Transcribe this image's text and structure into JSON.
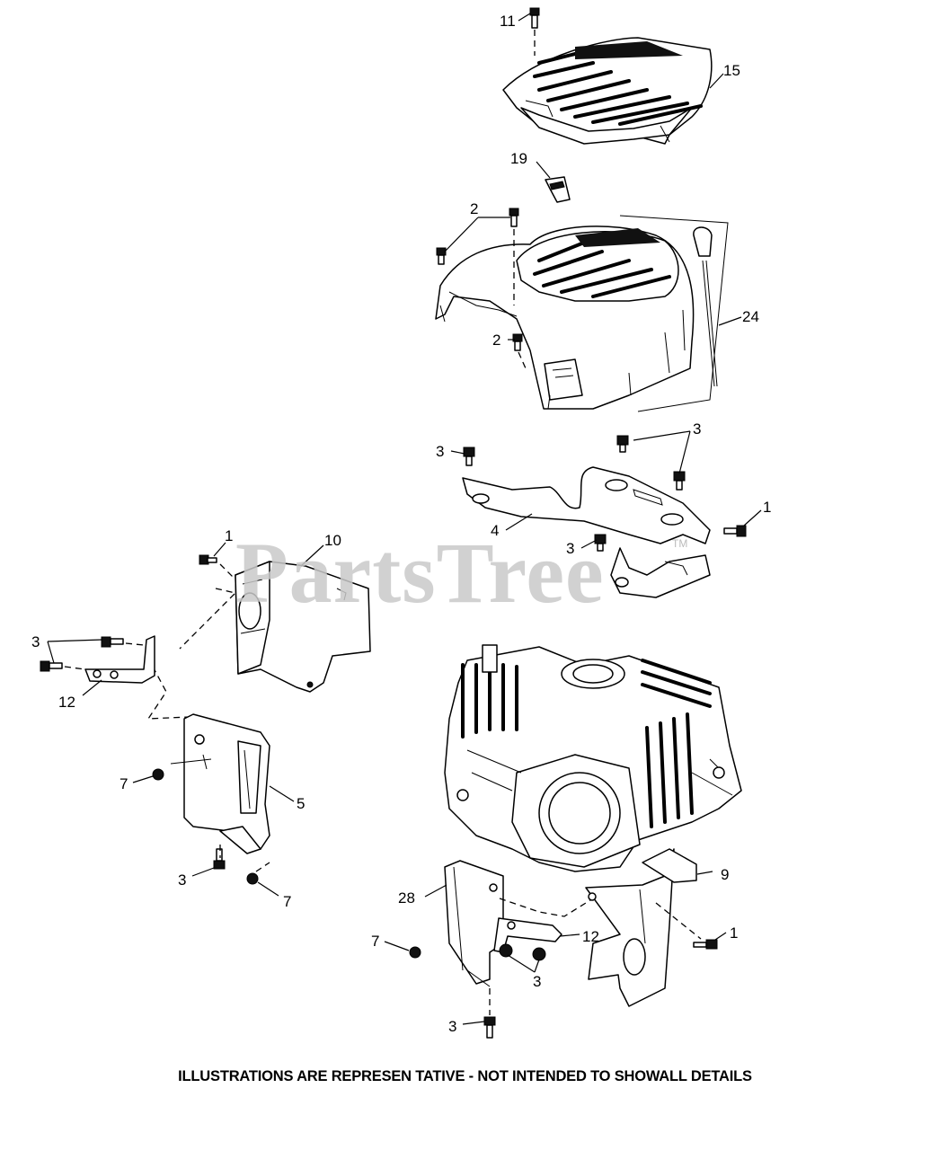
{
  "watermark": {
    "text": "PartsTree",
    "trademark": "TM"
  },
  "footer": {
    "note": "ILLUSTRATIONS ARE REPRESEN TATIVE - NOT INTENDED   TO SHOWALL DETAILS"
  },
  "callouts": {
    "c11": "11",
    "c15": "15",
    "c19": "19",
    "c2a": "2",
    "c2b": "2",
    "c24": "24",
    "c3a": "3",
    "c3b": "3",
    "c1a": "1",
    "c4": "4",
    "c3c": "3",
    "c1b": "1",
    "c10": "10",
    "c3d": "3",
    "c12a": "12",
    "c7a": "7",
    "c5": "5",
    "c3e": "3",
    "c7b": "7",
    "c9": "9",
    "c28": "28",
    "c12b": "12",
    "c1c": "1",
    "c7c": "7",
    "c3f": "3",
    "c3g": "3"
  }
}
